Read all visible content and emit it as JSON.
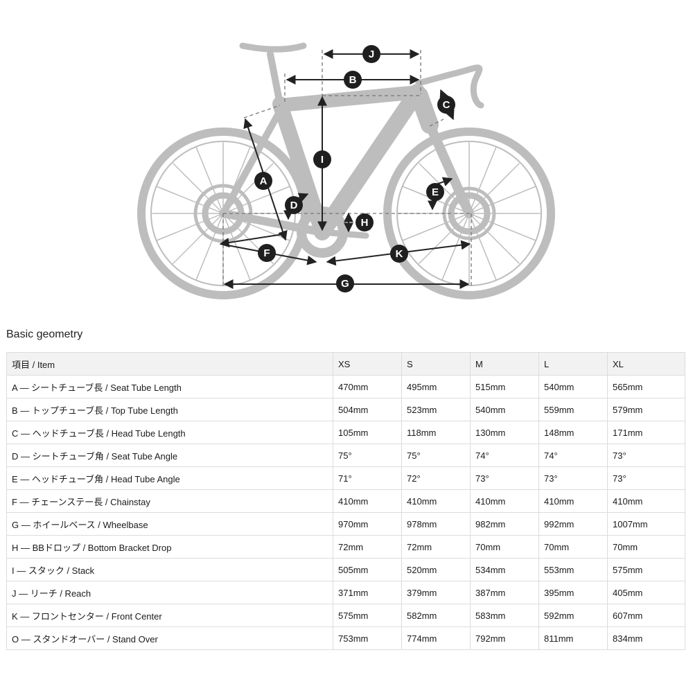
{
  "diagram": {
    "labels": [
      "A",
      "B",
      "C",
      "D",
      "E",
      "F",
      "G",
      "H",
      "I",
      "J",
      "K"
    ]
  },
  "section_title": "Basic geometry",
  "table": {
    "headers": [
      "項目 / Item",
      "XS",
      "S",
      "M",
      "L",
      "XL"
    ],
    "rows": [
      [
        "A — シートチューブ長 / Seat Tube Length",
        "470mm",
        "495mm",
        "515mm",
        "540mm",
        "565mm"
      ],
      [
        "B — トップチューブ長 / Top Tube Length",
        "504mm",
        "523mm",
        "540mm",
        "559mm",
        "579mm"
      ],
      [
        "C — ヘッドチューブ長 / Head Tube Length",
        "105mm",
        "118mm",
        "130mm",
        "148mm",
        "171mm"
      ],
      [
        "D — シートチューブ角 / Seat Tube Angle",
        "75°",
        "75°",
        "74°",
        "74°",
        "73°"
      ],
      [
        "E — ヘッドチューブ角 / Head Tube Angle",
        "71°",
        "72°",
        "73°",
        "73°",
        "73°"
      ],
      [
        "F — チェーンステー長 / Chainstay",
        "410mm",
        "410mm",
        "410mm",
        "410mm",
        "410mm"
      ],
      [
        "G — ホイールベース / Wheelbase",
        "970mm",
        "978mm",
        "982mm",
        "992mm",
        "1007mm"
      ],
      [
        "H — BBドロップ / Bottom Bracket Drop",
        "72mm",
        "72mm",
        "70mm",
        "70mm",
        "70mm"
      ],
      [
        "I — スタック / Stack",
        "505mm",
        "520mm",
        "534mm",
        "553mm",
        "575mm"
      ],
      [
        "J — リーチ / Reach",
        "371mm",
        "379mm",
        "387mm",
        "395mm",
        "405mm"
      ],
      [
        "K — フロントセンター / Front Center",
        "575mm",
        "582mm",
        "583mm",
        "592mm",
        "607mm"
      ],
      [
        "O — スタンドオーバー / Stand Over",
        "753mm",
        "774mm",
        "792mm",
        "811mm",
        "834mm"
      ]
    ]
  }
}
